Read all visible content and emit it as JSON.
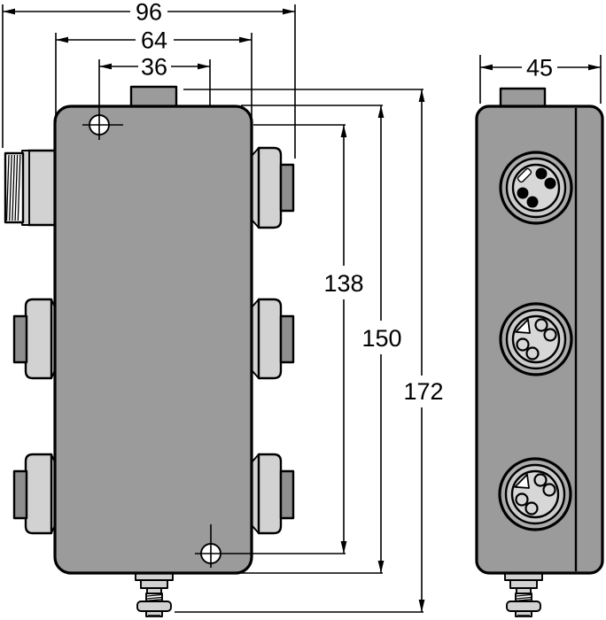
{
  "dims": {
    "overall_width": "96",
    "body_width": "64",
    "mounting_hole_spacing_x": "36",
    "mounting_hole_spacing_y": "138",
    "body_height": "150",
    "overall_height": "172",
    "depth": "45"
  },
  "colors": {
    "background": "#ffffff",
    "line": "#000000",
    "body": "#9b9b9b",
    "connector_light": "#d2d2d2",
    "connector_dark": "#8e8e8e",
    "ring": "#ababab",
    "ring_light": "#cbcbcb",
    "face": "#d7d7d7",
    "thread": "#ffffff",
    "pin": "#000000"
  },
  "icons": {
    "mounting_hole": "crosshair-circle",
    "connector_female_face": "m8-socket-4pin",
    "connector_male_face": "m8-plug-4pin",
    "ground_stud": "bolt-with-nut",
    "threaded_connector": "hatched-thread-cylinder"
  }
}
